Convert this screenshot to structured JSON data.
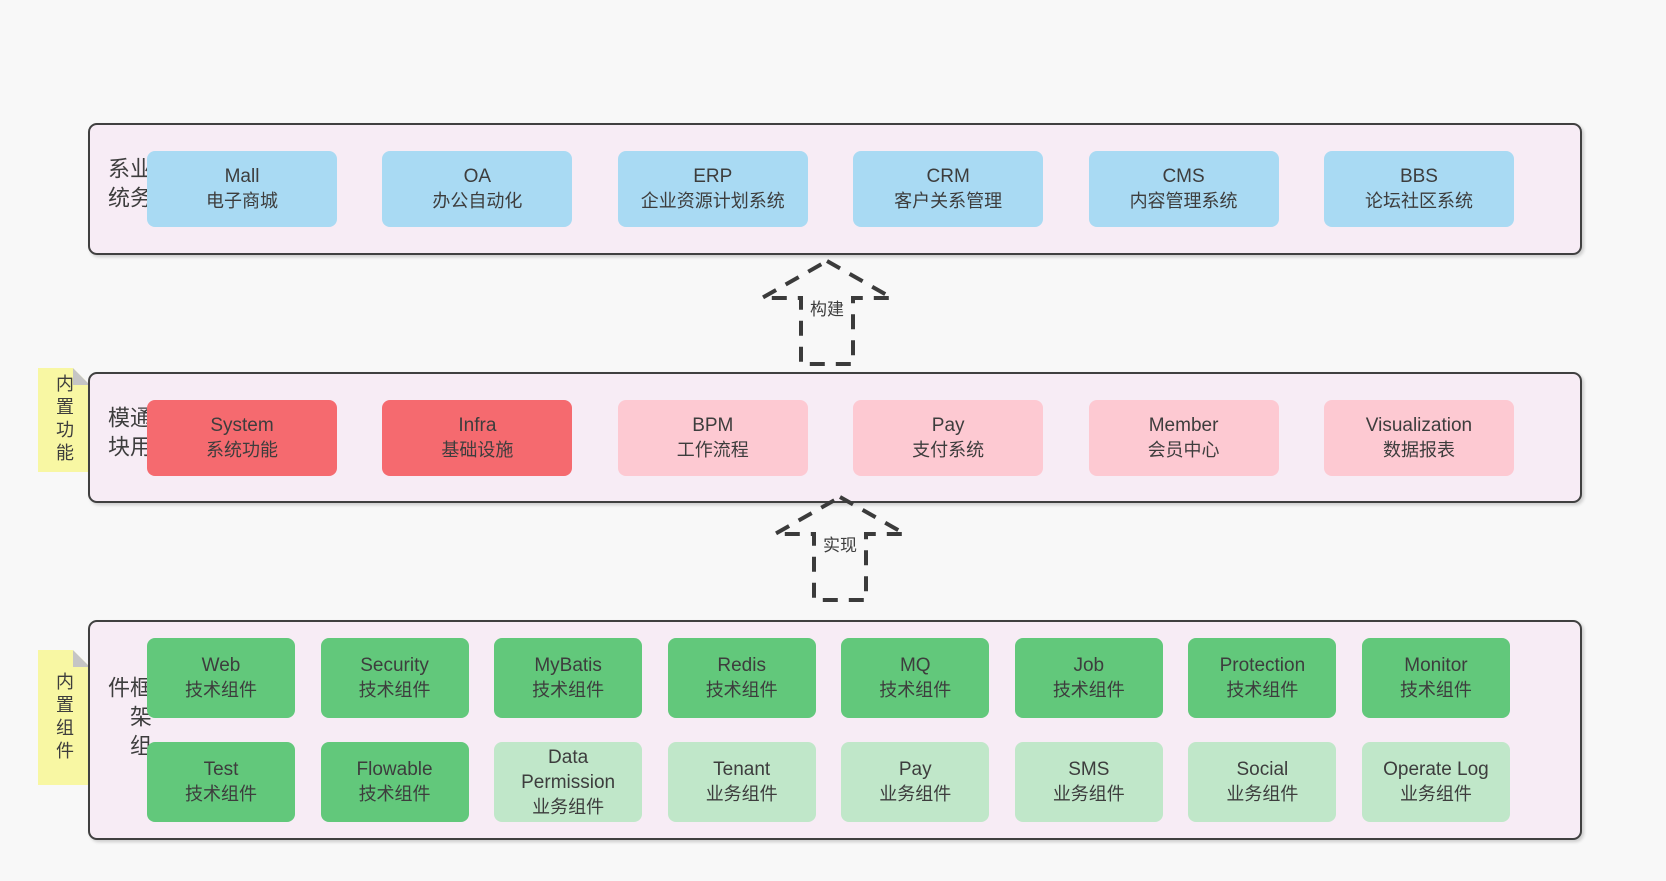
{
  "colors": {
    "page_bg": "#f8f8f8",
    "panel_bg": "#f7ecf5",
    "panel_border": "#404040",
    "blue_box": "#a9daf3",
    "red_box": "#f56a6f",
    "pink_box": "#fdc9d2",
    "green_box": "#62c87b",
    "light_green_box": "#c0e7c9",
    "note_yellow": "#f8f7a3",
    "note_fold_gray": "#c5c5c5",
    "text": "#3d3d3d"
  },
  "business_layer": {
    "title": "业务系统",
    "boxes": [
      {
        "name": "Mall",
        "desc": "电子商城"
      },
      {
        "name": "OA",
        "desc": "办公自动化"
      },
      {
        "name": "ERP",
        "desc": "企业资源计划系统"
      },
      {
        "name": "CRM",
        "desc": "客户关系管理"
      },
      {
        "name": "CMS",
        "desc": "内容管理系统"
      },
      {
        "name": "BBS",
        "desc": "论坛社区系统"
      }
    ]
  },
  "arrows": [
    {
      "label": "构建"
    },
    {
      "label": "实现"
    }
  ],
  "module_layer": {
    "title": "通用模块",
    "note": "内置功能",
    "boxes": [
      {
        "name": "System",
        "desc": "系统功能",
        "variant": "red"
      },
      {
        "name": "Infra",
        "desc": "基础设施",
        "variant": "red"
      },
      {
        "name": "BPM",
        "desc": "工作流程",
        "variant": "pink"
      },
      {
        "name": "Pay",
        "desc": "支付系统",
        "variant": "pink"
      },
      {
        "name": "Member",
        "desc": "会员中心",
        "variant": "pink"
      },
      {
        "name": "Visualization",
        "desc": "数据报表",
        "variant": "pink"
      }
    ]
  },
  "component_layer": {
    "title": "框架组件",
    "note": "内置组件",
    "row1": [
      {
        "name": "Web",
        "desc": "技术组件",
        "variant": "green"
      },
      {
        "name": "Security",
        "desc": "技术组件",
        "variant": "green"
      },
      {
        "name": "MyBatis",
        "desc": "技术组件",
        "variant": "green"
      },
      {
        "name": "Redis",
        "desc": "技术组件",
        "variant": "green"
      },
      {
        "name": "MQ",
        "desc": "技术组件",
        "variant": "green"
      },
      {
        "name": "Job",
        "desc": "技术组件",
        "variant": "green"
      },
      {
        "name": "Protection",
        "desc": "技术组件",
        "variant": "green"
      },
      {
        "name": "Monitor",
        "desc": "技术组件",
        "variant": "green"
      }
    ],
    "row2": [
      {
        "name": "Test",
        "desc": "技术组件",
        "variant": "green"
      },
      {
        "name": "Flowable",
        "desc": "技术组件",
        "variant": "green"
      },
      {
        "name": "Data Permission",
        "desc": "业务组件",
        "variant": "light"
      },
      {
        "name": "Tenant",
        "desc": "业务组件",
        "variant": "light"
      },
      {
        "name": "Pay",
        "desc": "业务组件",
        "variant": "light"
      },
      {
        "name": "SMS",
        "desc": "业务组件",
        "variant": "light"
      },
      {
        "name": "Social",
        "desc": "业务组件",
        "variant": "light"
      },
      {
        "name": "Operate Log",
        "desc": "业务组件",
        "variant": "light"
      }
    ]
  }
}
